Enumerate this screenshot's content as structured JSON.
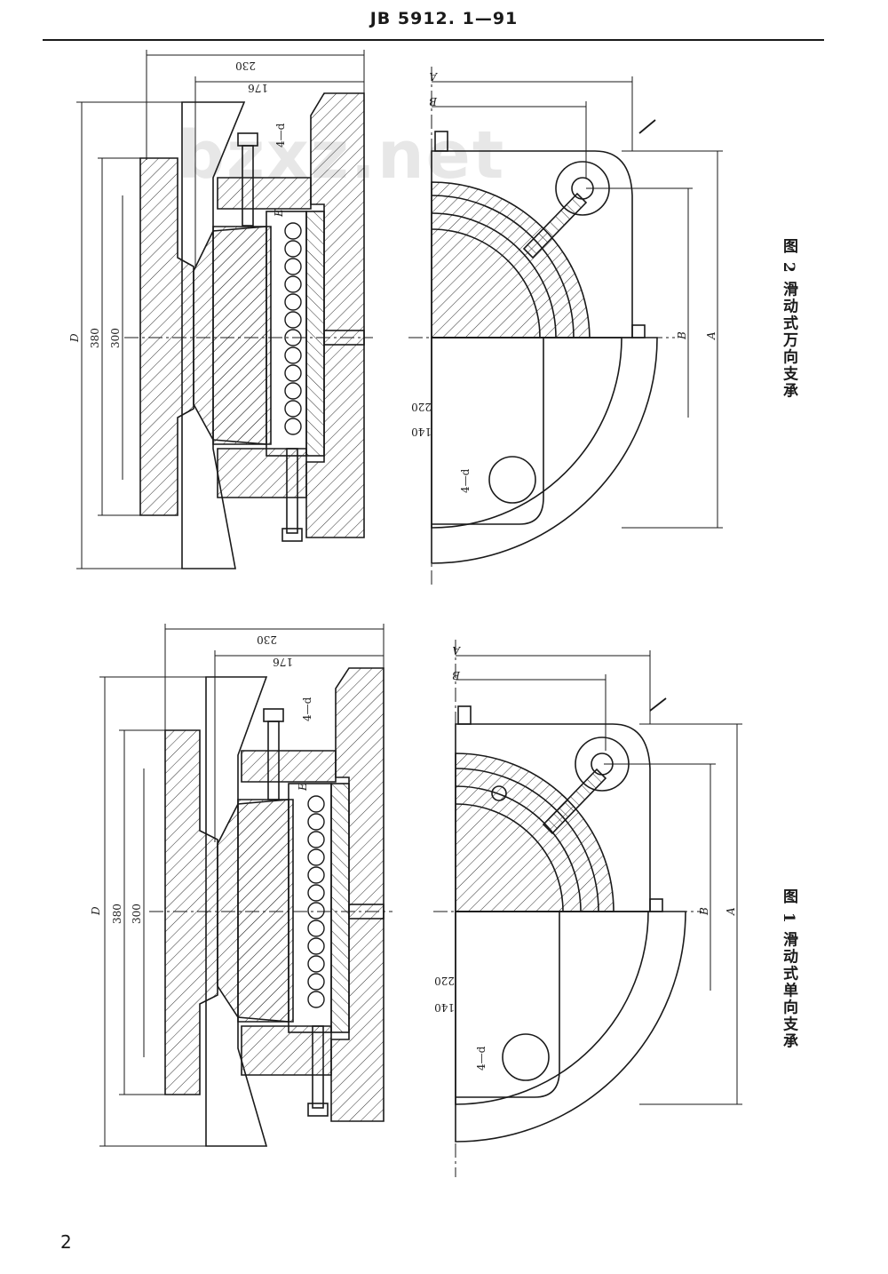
{
  "header": {
    "standard_code": "JB 5912. 1—91"
  },
  "watermark": "bzxz.net",
  "figures": [
    {
      "caption": "图 2   滑动式万向支承",
      "dims": {
        "d230": "230",
        "d176": "176",
        "d4d_a": "4—d",
        "dE": "E",
        "dD": "D",
        "d380": "380",
        "d300": "300",
        "dA": "A",
        "dB": "B",
        "dB2": "B",
        "dA2": "A",
        "d220": "220",
        "d140": "140",
        "d4d_b": "4—d"
      }
    },
    {
      "caption": "图 1   滑动式单向支承",
      "dims": {
        "d230": "230",
        "d176": "176",
        "d4d_a": "4—d",
        "dE": "E",
        "dD": "D",
        "d380": "380",
        "d300": "300",
        "dA": "A",
        "dB": "B",
        "dB2": "B",
        "dA2": "A",
        "d220": "220",
        "d140": "140",
        "d4d_b": "4—d"
      }
    }
  ],
  "page_number": "2"
}
